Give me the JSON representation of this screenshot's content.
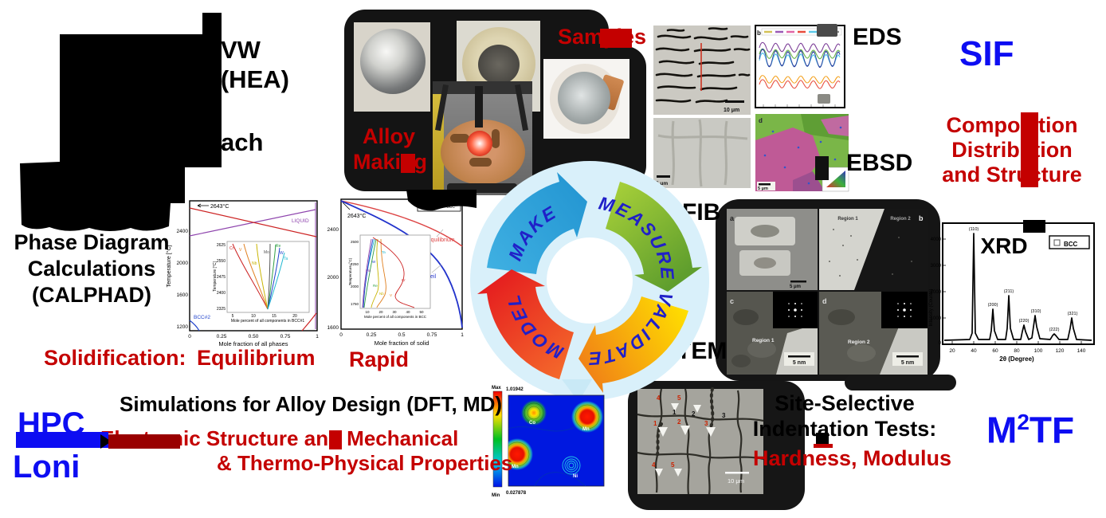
{
  "header": {
    "frag1": "VW",
    "frag2": "y (HEA)",
    "frag3": "ach"
  },
  "alloy": {
    "samples": "Samples",
    "alloy": "Alloy",
    "making": "Making"
  },
  "charz": {
    "eds": "EDS",
    "ebsd": "EBSD",
    "fib": "FIB",
    "tem": "TEM",
    "b": "b",
    "d": "d",
    "scale10": "10 μm",
    "scale5": "5 μm"
  },
  "sif": {
    "label": "SIF",
    "cap1": "Composition",
    "cap2": "Distribution",
    "cap3": "and Structure"
  },
  "cycle": {
    "make": "MAKE",
    "measure": "MEASURE",
    "validate": "VALIDATE",
    "model": "MODEL"
  },
  "calphad": {
    "l1": "Phase Diagram",
    "l2": "Calculations",
    "l3": "(CALPHAD)"
  },
  "phase1": {
    "annotation": "2643°C",
    "ylabel": "Temperature [°C]",
    "yticks": [
      "2400",
      "2000",
      "1600",
      "1200"
    ],
    "xticks": [
      "0",
      "0.25",
      "0.50",
      "0.75",
      "1"
    ],
    "xlabel": "Mole fraction of all phases",
    "liquid": "LIQUID",
    "bcc1": "BCC#1",
    "bcc2": "BCC#2",
    "inset": {
      "ylabel": "Temperature [°C]",
      "yticks": [
        "2625",
        "2550",
        "2475",
        "2400",
        "2325"
      ],
      "xticks": [
        "5",
        "10",
        "15",
        "20"
      ],
      "xlabel": "Mole percent of all components in BCC#1",
      "curves": [
        "Cr",
        "V",
        "Nb",
        "Mo",
        "Re",
        "W",
        "Ta"
      ]
    }
  },
  "phase2": {
    "annotation": "2643°C",
    "legend": "Liquid→BCC",
    "yticks": [
      "2400",
      "2000",
      "1600"
    ],
    "xticks": [
      "0",
      "0.25",
      "0.5",
      "0.75",
      "1"
    ],
    "xlabel": "Mole fraction of solid",
    "equilibrium": "Equilibrium",
    "scheil": "Scheil",
    "inset": {
      "ylabel": "Temperature (°C)",
      "yticks": [
        "2500",
        "2250",
        "2000",
        "1750"
      ],
      "xticks": [
        "10",
        "20",
        "30",
        "40",
        "50"
      ],
      "xlabel": "Mole percent of all components in BCC",
      "curves": [
        "Ta",
        "W",
        "Mo",
        "Re",
        "Nb",
        "V",
        "Cr"
      ]
    }
  },
  "solid": {
    "label": "Solidification:",
    "eq": "Equilibrium",
    "rapid": "Rapid"
  },
  "sim": {
    "title": "Simulations for Alloy Design (DFT, MD)",
    "line2": "Electronic Structure and Mechanical",
    "line3": "& Thermo-Physical Properties",
    "hpc": "HPC",
    "loni": "Loni"
  },
  "contour": {
    "max": "Max",
    "min": "Min",
    "maxv": "1.01942",
    "minv": "0.027878",
    "co": "Co",
    "mn1": "Mn",
    "mn2": "Mn",
    "ni": "Ni"
  },
  "indent": {
    "l1": "Site-Selective",
    "l2": "Indentation Tests:",
    "l3": "Hardness, Modulus",
    "scale": "10 μm",
    "r1": "1",
    "r2": "2",
    "r3": "3",
    "r4": "4",
    "r5": "5",
    "r4b": "4",
    "r5b": "5",
    "b1": "1",
    "b2": "2",
    "b3": "3"
  },
  "m2tf": {
    "m": "M",
    "sup": "2",
    "tf": "TF"
  },
  "temfig": {
    "a": "a",
    "b": "b",
    "c": "c",
    "d": "d",
    "region1": "Region 1",
    "region2": "Region 2",
    "scale_um": "5 μm",
    "scale_nm": "5 nm"
  },
  "xrd": {
    "title": "XRD",
    "legend": "BCC",
    "xlabel": "2θ (Degree)",
    "ylabel": "Intensity (Counts)",
    "xt": [
      "20",
      "40",
      "60",
      "80",
      "100",
      "120",
      "140"
    ],
    "yt": [
      "4000",
      "3000",
      "2000",
      "1000",
      "0"
    ],
    "pk": [
      "(110)",
      "(200)",
      "(211)",
      "(220)",
      "(310)",
      "(222)",
      "(321)"
    ]
  },
  "chart_data": [
    {
      "id": "equilibrium-phase-diagram",
      "type": "line",
      "xlabel": "Mole fraction of all phases",
      "ylabel": "Temperature [°C]",
      "xlim": [
        0,
        1
      ],
      "ylim": [
        1200,
        2800
      ],
      "annotation": "2643°C",
      "series": [
        {
          "name": "LIQUID",
          "points": [
            [
              0,
              2340
            ],
            [
              1,
              2460
            ]
          ]
        },
        {
          "name": "BCC#1",
          "points": [
            [
              0,
              2643
            ],
            [
              1,
              2300
            ]
          ]
        },
        {
          "name": "BCC#2",
          "points": [
            [
              0,
              1260
            ],
            [
              0.08,
              1200
            ]
          ]
        }
      ],
      "inset": {
        "xlabel": "Mole percent of all components in BCC#1",
        "ylabel": "Temperature [°C]",
        "xlim": [
          5,
          20
        ],
        "ylim": [
          2325,
          2625
        ],
        "curves": [
          "Cr",
          "V",
          "Nb",
          "Mo",
          "Re",
          "W",
          "Ta"
        ]
      }
    },
    {
      "id": "scheil-solidification",
      "type": "line",
      "xlabel": "Mole fraction of solid",
      "ylabel": "Temperature [°C]",
      "xlim": [
        0,
        1
      ],
      "ylim": [
        1600,
        2643
      ],
      "annotation": "2643°C",
      "legend": "Liquid→BCC",
      "series": [
        {
          "name": "Equilibrium",
          "points": [
            [
              0,
              2643
            ],
            [
              0.5,
              2500
            ],
            [
              1,
              2380
            ]
          ]
        },
        {
          "name": "Scheil",
          "points": [
            [
              0,
              2643
            ],
            [
              0.5,
              2300
            ],
            [
              0.9,
              1800
            ],
            [
              1,
              1620
            ]
          ]
        }
      ],
      "inset": {
        "xlabel": "Mole percent of all components in BCC",
        "ylabel": "Temperature (°C)",
        "xlim": [
          10,
          50
        ],
        "ylim": [
          1750,
          2500
        ],
        "curves": [
          "Ta",
          "W",
          "Mo",
          "Re",
          "Nb",
          "V",
          "Cr"
        ]
      }
    },
    {
      "id": "xrd-pattern",
      "type": "line",
      "title": "XRD",
      "legend": [
        "BCC"
      ],
      "xlabel": "2θ (Degree)",
      "ylabel": "Intensity (Counts)",
      "xlim": [
        15,
        150
      ],
      "peaks": [
        {
          "hkl": "(110)",
          "two_theta": 40,
          "intensity": 4000
        },
        {
          "hkl": "(200)",
          "two_theta": 58,
          "intensity": 1150
        },
        {
          "hkl": "(211)",
          "two_theta": 73,
          "intensity": 1650
        },
        {
          "hkl": "(220)",
          "two_theta": 87,
          "intensity": 600
        },
        {
          "hkl": "(310)",
          "two_theta": 97,
          "intensity": 950
        },
        {
          "hkl": "(222)",
          "two_theta": 115,
          "intensity": 300
        },
        {
          "hkl": "(321)",
          "two_theta": 131,
          "intensity": 850
        }
      ]
    },
    {
      "id": "charge-density-contour",
      "type": "heatmap",
      "max": 1.01942,
      "min": 0.027878,
      "site_labels": [
        "Co",
        "Mn",
        "Ni",
        "Mn"
      ]
    }
  ]
}
